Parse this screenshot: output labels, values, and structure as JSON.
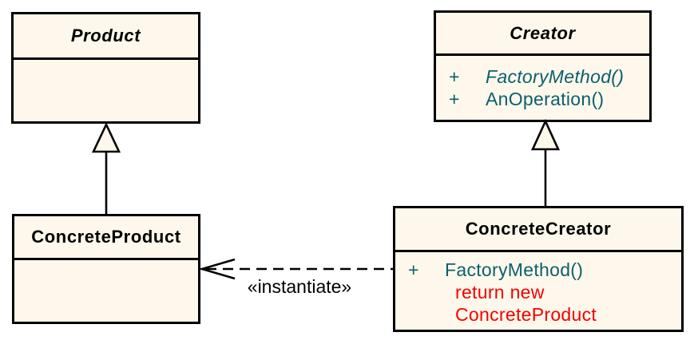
{
  "colors": {
    "background": "#FFFFFF",
    "box_fill": "#FDF8EB",
    "border_black": "#000000",
    "method_teal": "#0B5F6E",
    "note_red": "#F50000"
  },
  "classes": {
    "product": {
      "name": "Product"
    },
    "creator": {
      "name": "Creator",
      "members": [
        {
          "visibility": "+",
          "name": "FactoryMethod()"
        },
        {
          "visibility": "+",
          "name": "AnOperation()"
        }
      ]
    },
    "concrete_product": {
      "name": "ConcreteProduct"
    },
    "concrete_creator": {
      "name": "ConcreteCreator",
      "members": [
        {
          "visibility": "+",
          "name": "FactoryMethod()"
        }
      ],
      "note_lines": [
        "return new",
        "ConcreteProduct"
      ]
    }
  },
  "relations": {
    "instantiate_label": "«instantiate»"
  }
}
